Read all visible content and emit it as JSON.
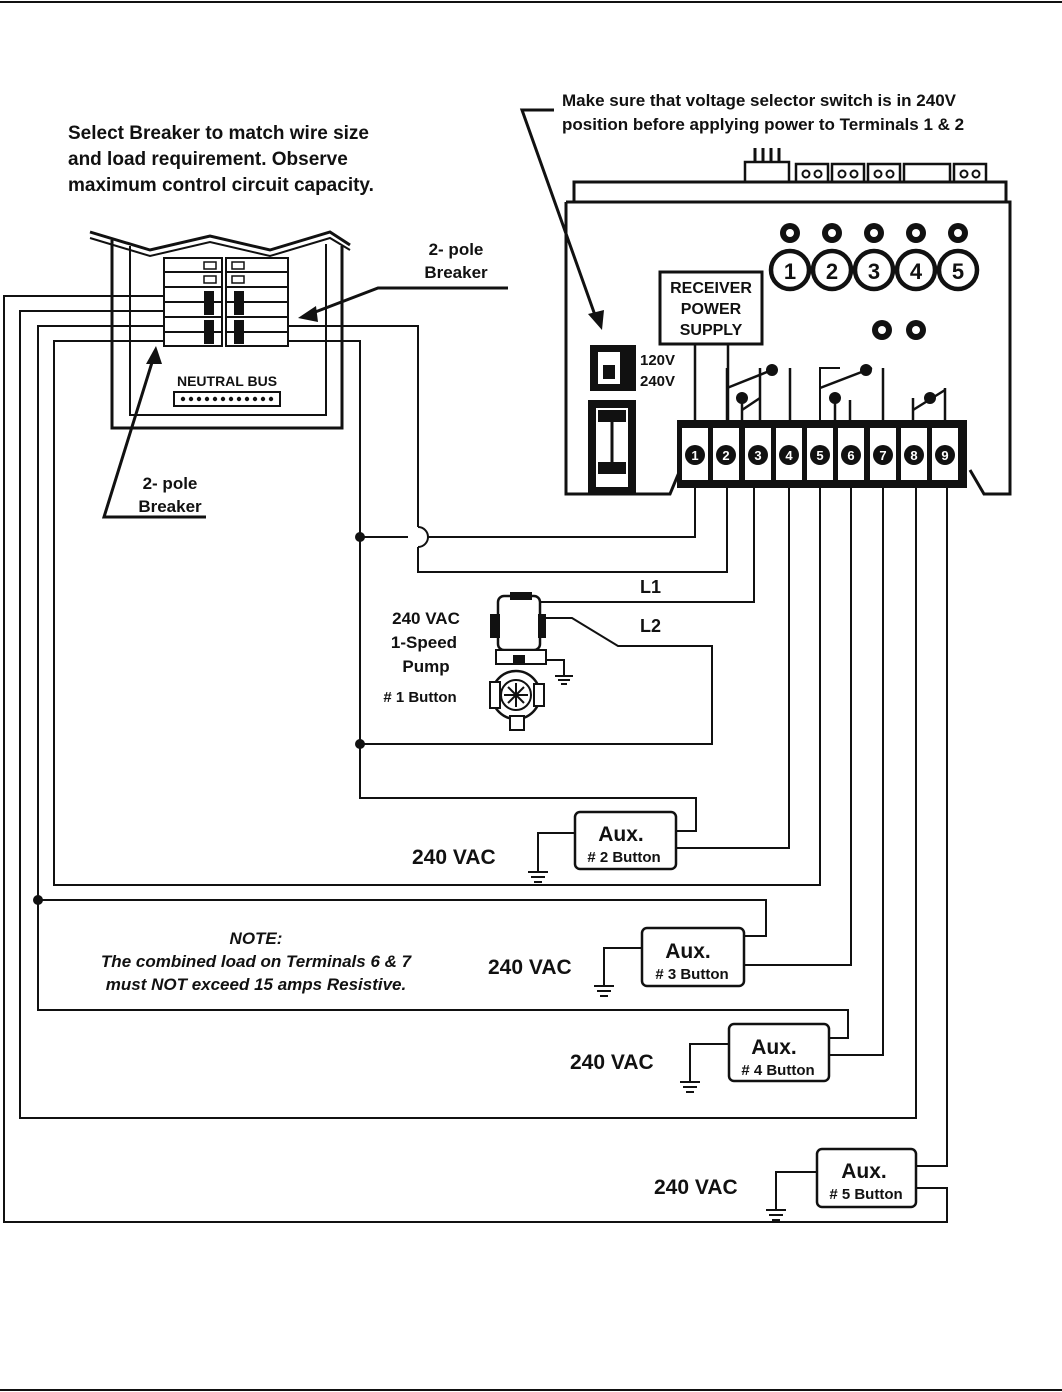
{
  "notes": {
    "breaker_select": [
      "Select Breaker to match wire size",
      "and load requirement.  Observe",
      "maximum control circuit capacity."
    ],
    "voltage_switch": [
      "Make sure that voltage selector switch is in 240V",
      "position before applying power to Terminals 1 & 2"
    ],
    "combined_load_title": "NOTE:",
    "combined_load": [
      "The combined load on Terminals 6 & 7",
      "must NOT exceed 15 amps Resistive."
    ]
  },
  "panel": {
    "breaker_label_top": [
      "2- pole",
      "Breaker"
    ],
    "breaker_label_bottom": [
      "2- pole",
      "Breaker"
    ],
    "neutral_bus": "NEUTRAL BUS"
  },
  "receiver": {
    "power_supply": [
      "RECEIVER",
      "POWER",
      "SUPPLY"
    ],
    "voltage_options": [
      "120V",
      "240V"
    ],
    "buttons": [
      "1",
      "2",
      "3",
      "4",
      "5"
    ],
    "terminals": [
      "1",
      "2",
      "3",
      "4",
      "5",
      "6",
      "7",
      "8",
      "9"
    ]
  },
  "lines": {
    "l1": "L1",
    "l2": "L2"
  },
  "pump": {
    "label": [
      "240 VAC",
      "1-Speed",
      "Pump"
    ],
    "button": "# 1 Button"
  },
  "aux_loads": [
    {
      "voltage": "240 VAC",
      "title": "Aux.",
      "button": "# 2 Button"
    },
    {
      "voltage": "240 VAC",
      "title": "Aux.",
      "button": "# 3 Button"
    },
    {
      "voltage": "240 VAC",
      "title": "Aux.",
      "button": "# 4 Button"
    },
    {
      "voltage": "240 VAC",
      "title": "Aux.",
      "button": "# 5 Button"
    }
  ]
}
